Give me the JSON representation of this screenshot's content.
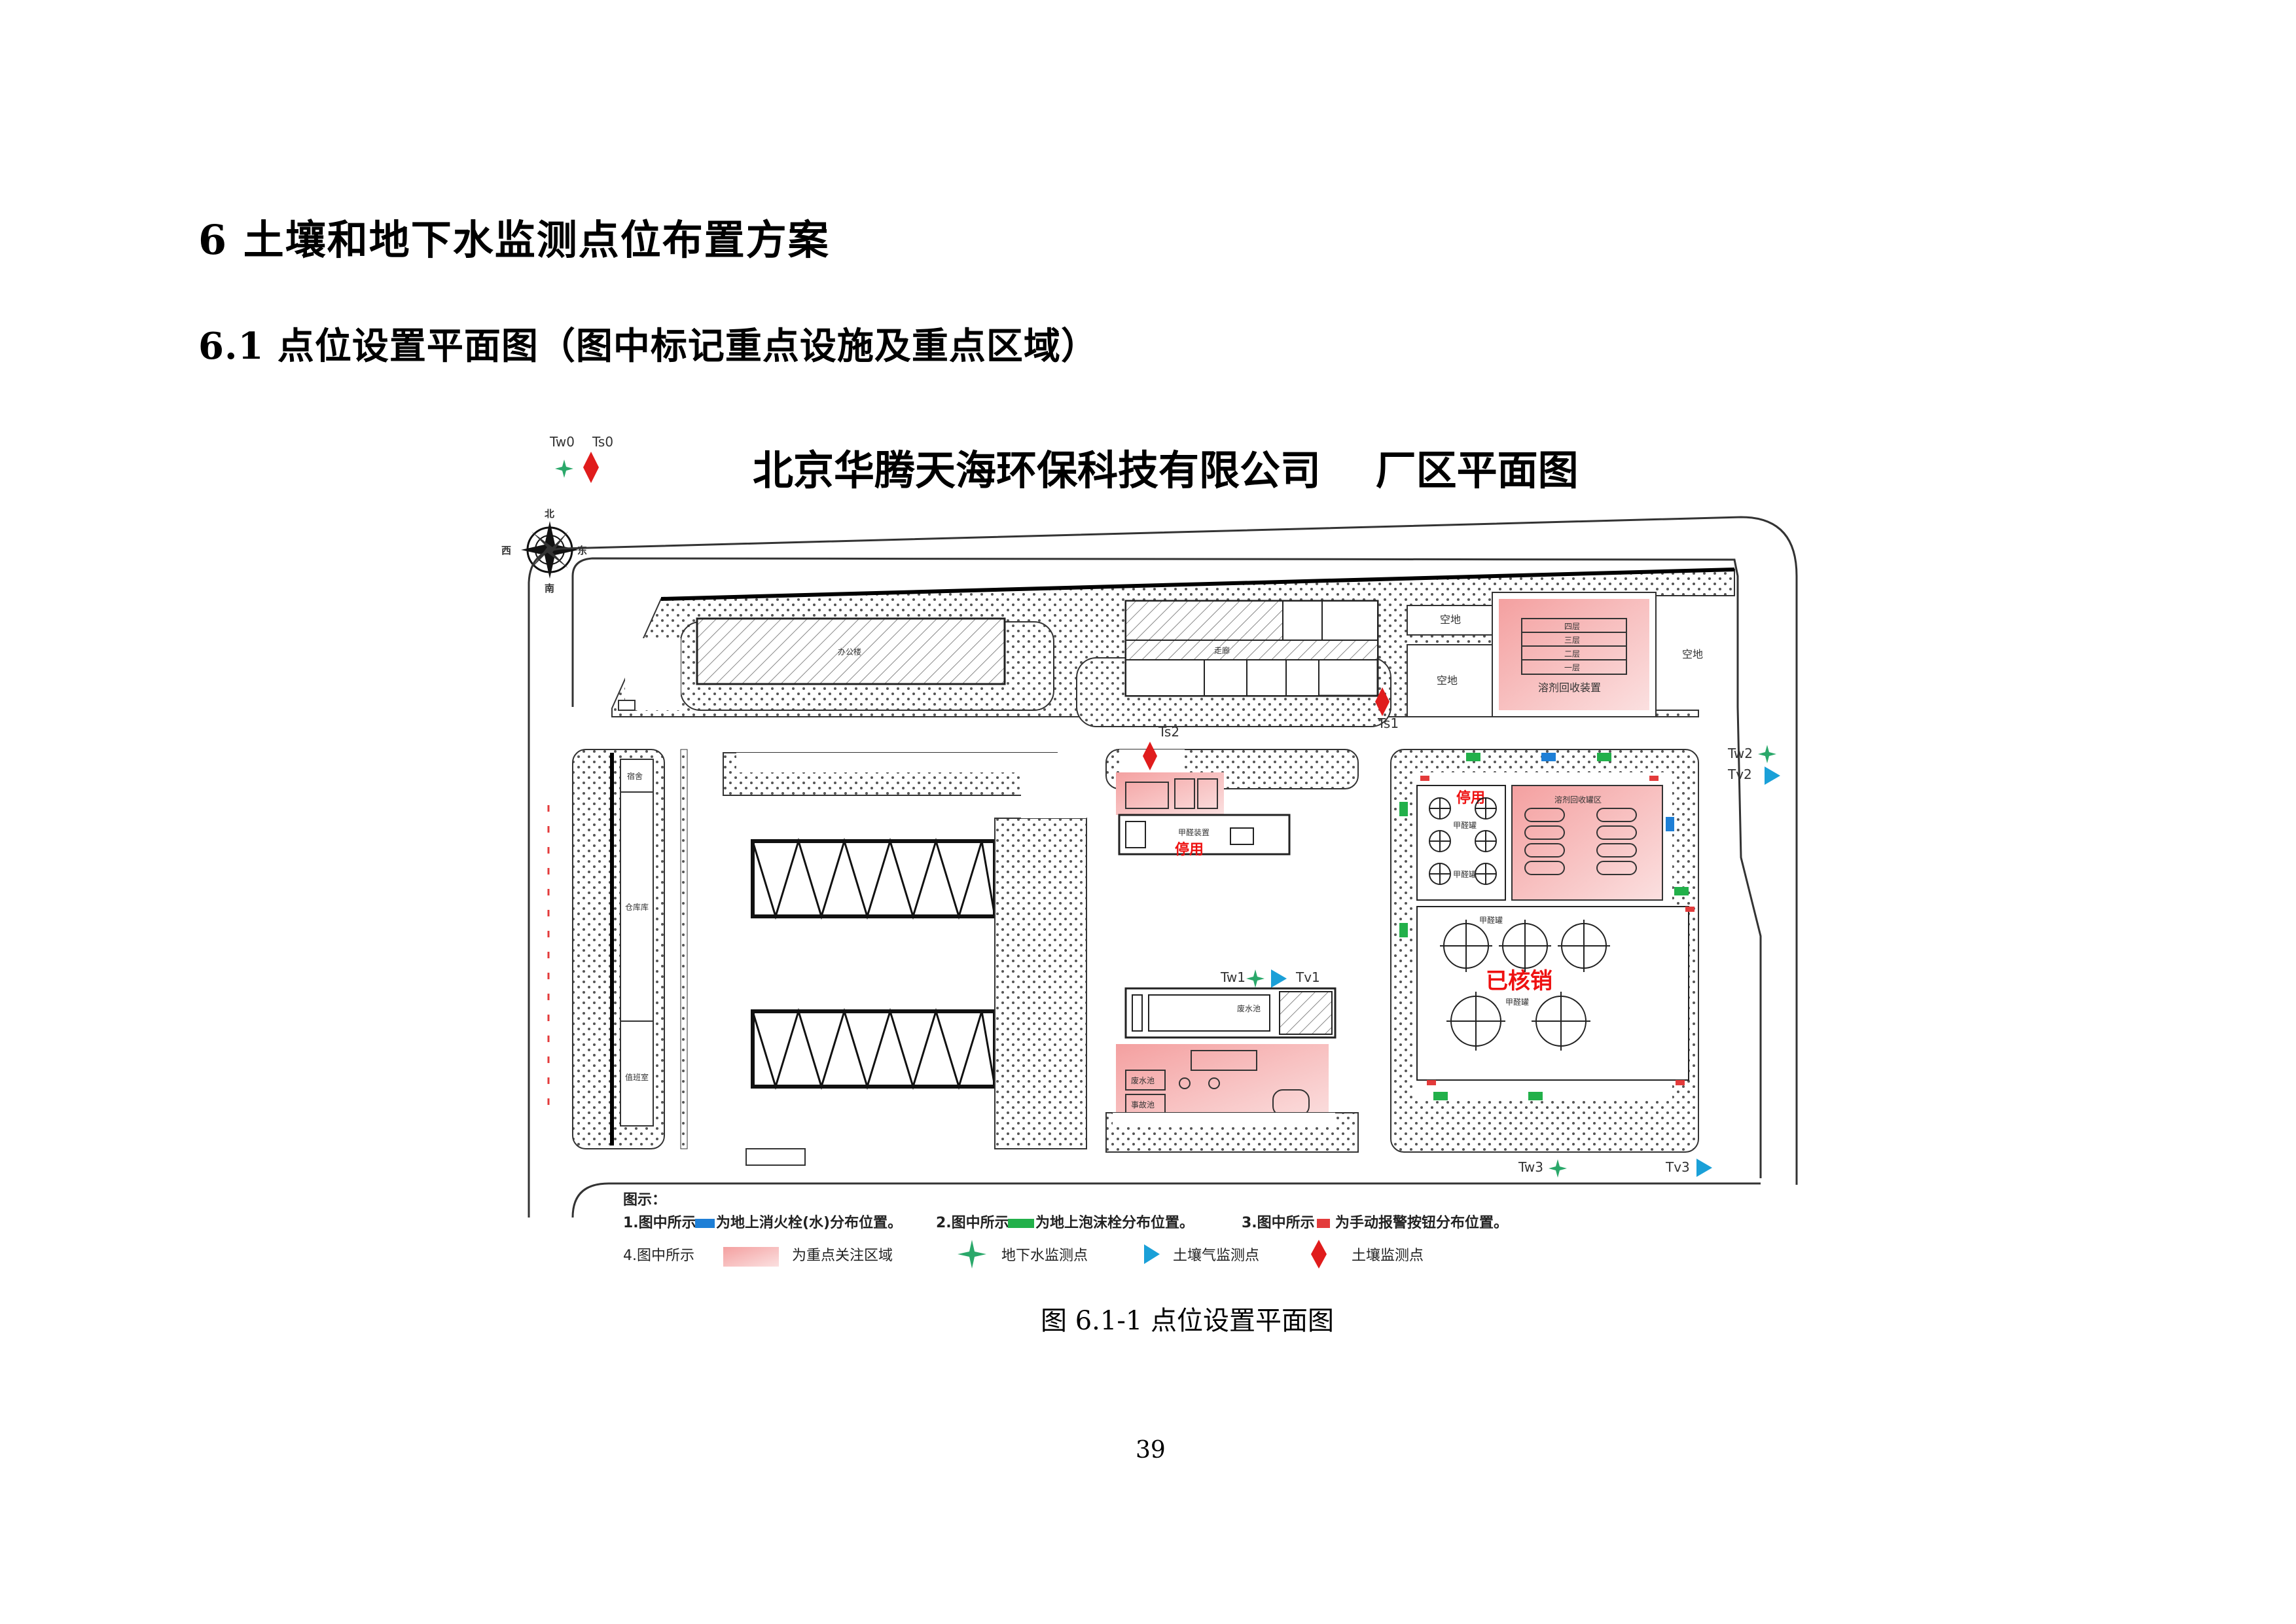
{
  "section_heading": "6 土壤和地下水监测点位布置方案",
  "subsection_heading": "6.1 点位设置平面图（图中标记重点设施及重点区域）",
  "map": {
    "title": "北京华腾天海环保科技有限公司　 厂区平面图",
    "compass": {
      "north": "北",
      "south": "南",
      "east": "东",
      "west": "西"
    },
    "points": {
      "tw0": "Tw0",
      "ts0": "Ts0",
      "ts1": "Ts1",
      "ts2": "Ts2",
      "tw1": "Tw1",
      "tv1": "Tv1",
      "tw2": "Tw2",
      "tv2": "Tv2",
      "tw3": "Tw3",
      "tv3": "Tv3"
    },
    "buildings": {
      "office": "办公楼",
      "corridor": "走廊",
      "empty1": "空地",
      "empty2": "空地",
      "empty3": "空地",
      "floor4": "四层",
      "floor3": "三层",
      "floor2": "二层",
      "floor1": "一层",
      "solvent_recovery": "溶剂回收装置",
      "methanol_unit": "甲醛装置",
      "stopped1": "停用",
      "stopped2": "停用",
      "tank_area_top": "甲醛罐",
      "tank_area_top2": "甲醛罐",
      "tank_storage": "溶剂回收罐区",
      "tank_area_big": "甲醛罐",
      "tank_area_big2": "甲醛罐",
      "cancelled": "已核销",
      "dorm": "宿舍",
      "warehouse": "仓库库",
      "duty_room": "值班室",
      "pool1": "废水池",
      "pool2": "废水池",
      "pool3": "事故池"
    },
    "legend": {
      "heading": "图示：",
      "item1": "1.图中所示",
      "item1_text": "为地上消火栓(水)分布位置。",
      "item2": "2.图中所示",
      "item2_text": "为地上泡沫栓分布位置。",
      "item3": "3.图中所示",
      "item3_text": "为手动报警按钮分布位置。",
      "item4": "4.图中所示",
      "item4_text": "为重点关注区域",
      "gw_text": "地下水监测点",
      "sv_text": "土壤气监测点",
      "soil_text": "土壤监测点"
    },
    "colors": {
      "focus_area": "#f2b8b8",
      "hydrant": "#1e7fd6",
      "foam": "#22b04a",
      "alarm": "#e33b3b",
      "soil_point": "#e01c1c",
      "gw_point": "#2aa86a",
      "sv_point": "#1aa0d8"
    }
  },
  "caption": "图 6.1-1 点位设置平面图",
  "page_number": "39"
}
